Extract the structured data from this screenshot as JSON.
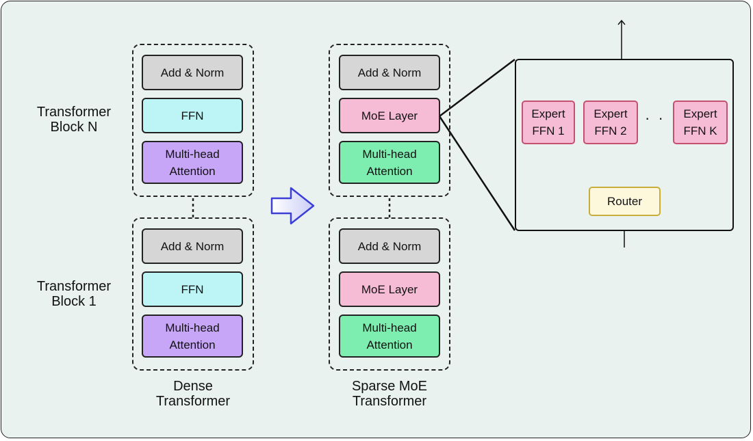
{
  "dense": {
    "caption": "Dense\nTransformer",
    "block_n": {
      "label": "Transformer\nBlock N",
      "norm": "Add & Norm",
      "ffn": "FFN",
      "attention": "Multi-head\nAttention"
    },
    "block_1": {
      "label": "Transformer\nBlock 1",
      "norm": "Add & Norm",
      "ffn": "FFN",
      "attention": "Multi-head\nAttention"
    }
  },
  "sparse": {
    "caption": "Sparse MoE\nTransformer",
    "block_n": {
      "norm": "Add & Norm",
      "moe": "MoE Layer",
      "attention": "Multi-head\nAttention"
    },
    "block_1": {
      "norm": "Add & Norm",
      "moe": "MoE Layer",
      "attention": "Multi-head\nAttention"
    }
  },
  "moe_detail": {
    "experts": [
      "Expert\nFFN 1",
      "Expert\nFFN 2",
      "Expert\nFFN K"
    ],
    "ellipsis": "· · ·",
    "router": "Router"
  },
  "colors": {
    "panel_bg": "#e9f2ee",
    "norm": "#d6d6d6",
    "ffn": "#bdf5f7",
    "attention_dense": "#c8a6f7",
    "moe_layer": "#f7bcd5",
    "attention_sparse": "#7eedb0",
    "router_fill": "#fdf7dc",
    "router_border": "#c9ad3c",
    "transition_arrow": "#3b3fd6"
  }
}
